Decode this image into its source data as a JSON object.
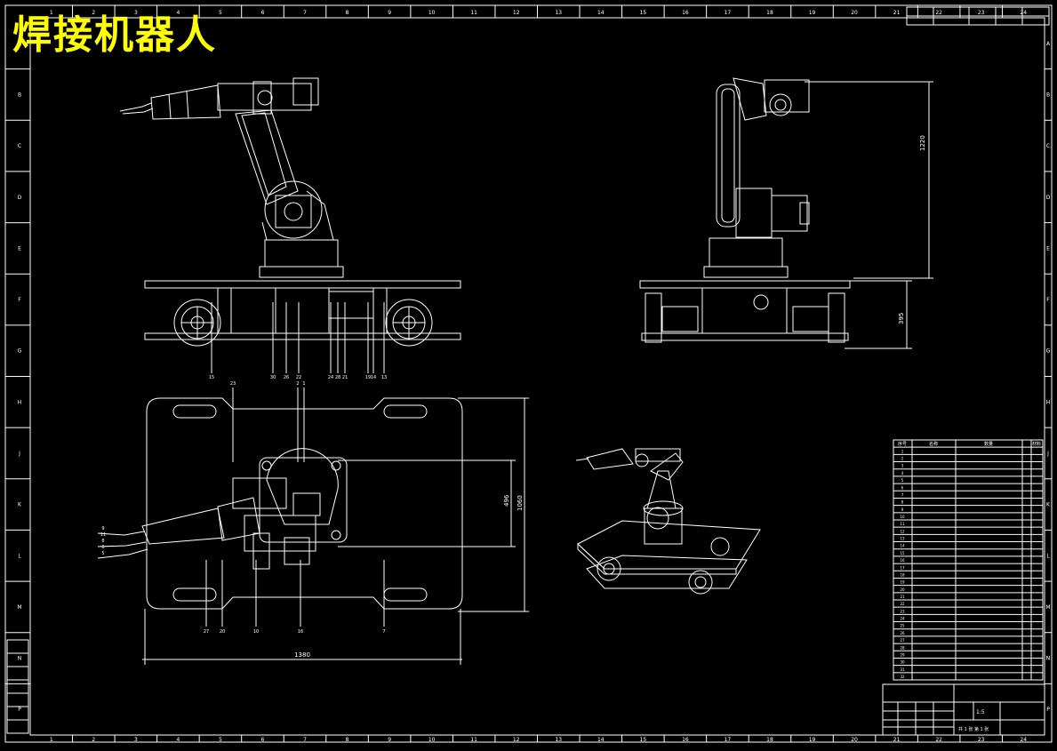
{
  "drawing": {
    "title": "焊接机器人",
    "line_color": "#ffffff",
    "title_color": "#ffff00",
    "background": "#000000"
  },
  "border": {
    "column_labels": [
      "1",
      "2",
      "3",
      "4",
      "5",
      "6",
      "7",
      "8",
      "9",
      "10",
      "11",
      "12",
      "13",
      "14",
      "15",
      "16",
      "17",
      "18",
      "19",
      "20",
      "21",
      "22",
      "23",
      "24"
    ],
    "row_labels": [
      "A",
      "B",
      "C",
      "D",
      "E",
      "F",
      "G",
      "H",
      "J",
      "K",
      "L",
      "M",
      "N",
      "P"
    ]
  },
  "dimensions": {
    "front_height": "1220",
    "side_base_height": "395",
    "plan_width": "1380",
    "plan_inner_height": "496",
    "plan_outer_height": "1060"
  },
  "balloons": {
    "front_view": [
      "15",
      "30",
      "26",
      "22",
      "24",
      "28",
      "21",
      "19",
      "14",
      "13"
    ],
    "plan_top": [
      "23",
      "2",
      "1"
    ],
    "plan_bottom": [
      "27",
      "20",
      "10",
      "16",
      "7"
    ],
    "plan_left": [
      "9",
      "11",
      "8",
      "6",
      "5"
    ]
  },
  "parts_list": {
    "header": [
      "序号",
      "名称",
      "数量",
      "材料"
    ],
    "rows_count": 32
  },
  "title_block": {
    "scale": "1:5",
    "sheet": "共 1 张 第 1 张"
  }
}
